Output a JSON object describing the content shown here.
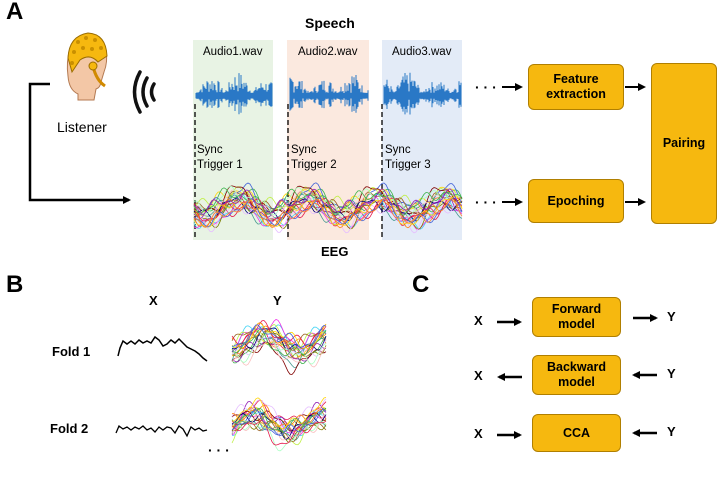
{
  "panel_a": {
    "letter": "A",
    "speech_label": "Speech",
    "eeg_label": "EEG",
    "listener_label": "Listener",
    "audio_files": [
      "Audio1.wav",
      "Audio2.wav",
      "Audio3.wav"
    ],
    "sync_triggers": [
      {
        "line1": "Sync",
        "line2": "Trigger 1"
      },
      {
        "line1": "Sync",
        "line2": "Trigger 2"
      },
      {
        "line1": "Sync",
        "line2": "Trigger 3"
      }
    ],
    "segment_colors": [
      "#e8f3e4",
      "#fbe9df",
      "#e3ebf7"
    ],
    "ellipsis_top": "· · ·",
    "ellipsis_bottom": "· · ·",
    "feature_box": {
      "line1": "Feature",
      "line2": "extraction"
    },
    "epoching_box": "Epoching",
    "pairing_box": "Pairing",
    "box_color": "#f6b80f",
    "audio_color": "#2a78c6"
  },
  "panel_b": {
    "letter": "B",
    "x_label": "X",
    "y_label": "Y",
    "folds": [
      "Fold 1",
      "Fold 2"
    ],
    "ellipsis": "· · ·"
  },
  "panel_c": {
    "letter": "C",
    "rows": [
      {
        "left": "X",
        "box_line1": "Forward",
        "box_line2": "model",
        "right": "Y"
      },
      {
        "left": "X",
        "box_line1": "Backward",
        "box_line2": "model",
        "right": "Y"
      },
      {
        "left": "X",
        "box_line1": "CCA",
        "box_line2": "",
        "right": "Y"
      }
    ]
  }
}
